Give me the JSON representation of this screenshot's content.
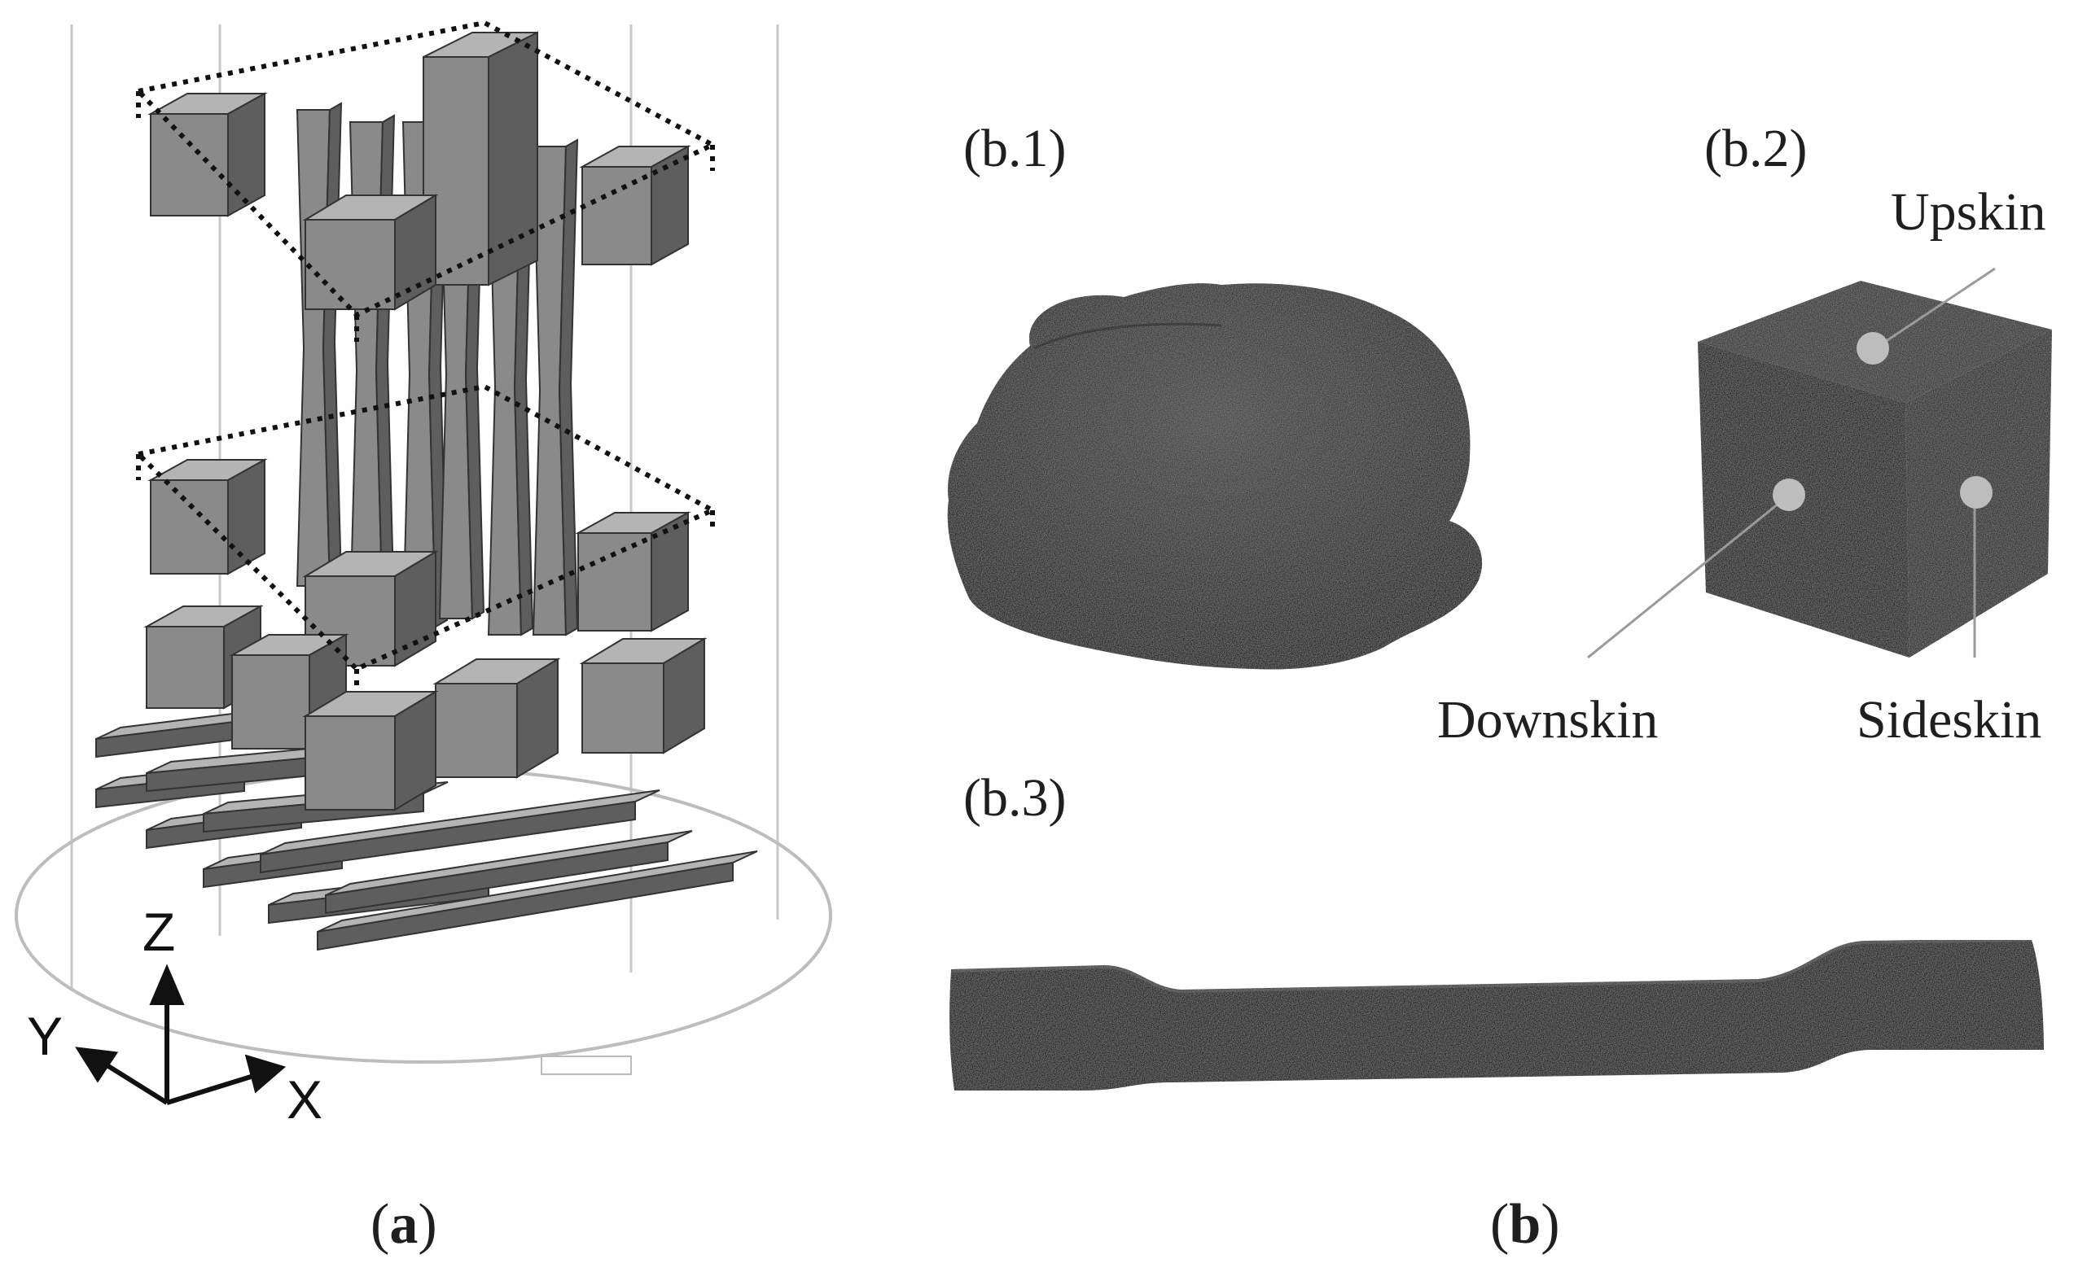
{
  "panel_a": {
    "caption_open": "(",
    "caption_letter": "a",
    "caption_close": ")",
    "axes": {
      "z": "Z",
      "y": "Y",
      "x": "X"
    }
  },
  "panel_b": {
    "caption_open": "(",
    "caption_letter": "b",
    "caption_close": ")",
    "sub_b1": "(b.1)",
    "sub_b2": "(b.2)",
    "sub_b3": "(b.3)",
    "cube_labels": {
      "top": "Upskin",
      "front": "Downskin",
      "side": "Sideskin"
    }
  },
  "colors": {
    "part_front": "#8a8a8a",
    "part_top": "#b4b4b4",
    "part_side": "#5e5e5e",
    "powder": "#3a3a3a",
    "marker": "#b8b8b8"
  }
}
